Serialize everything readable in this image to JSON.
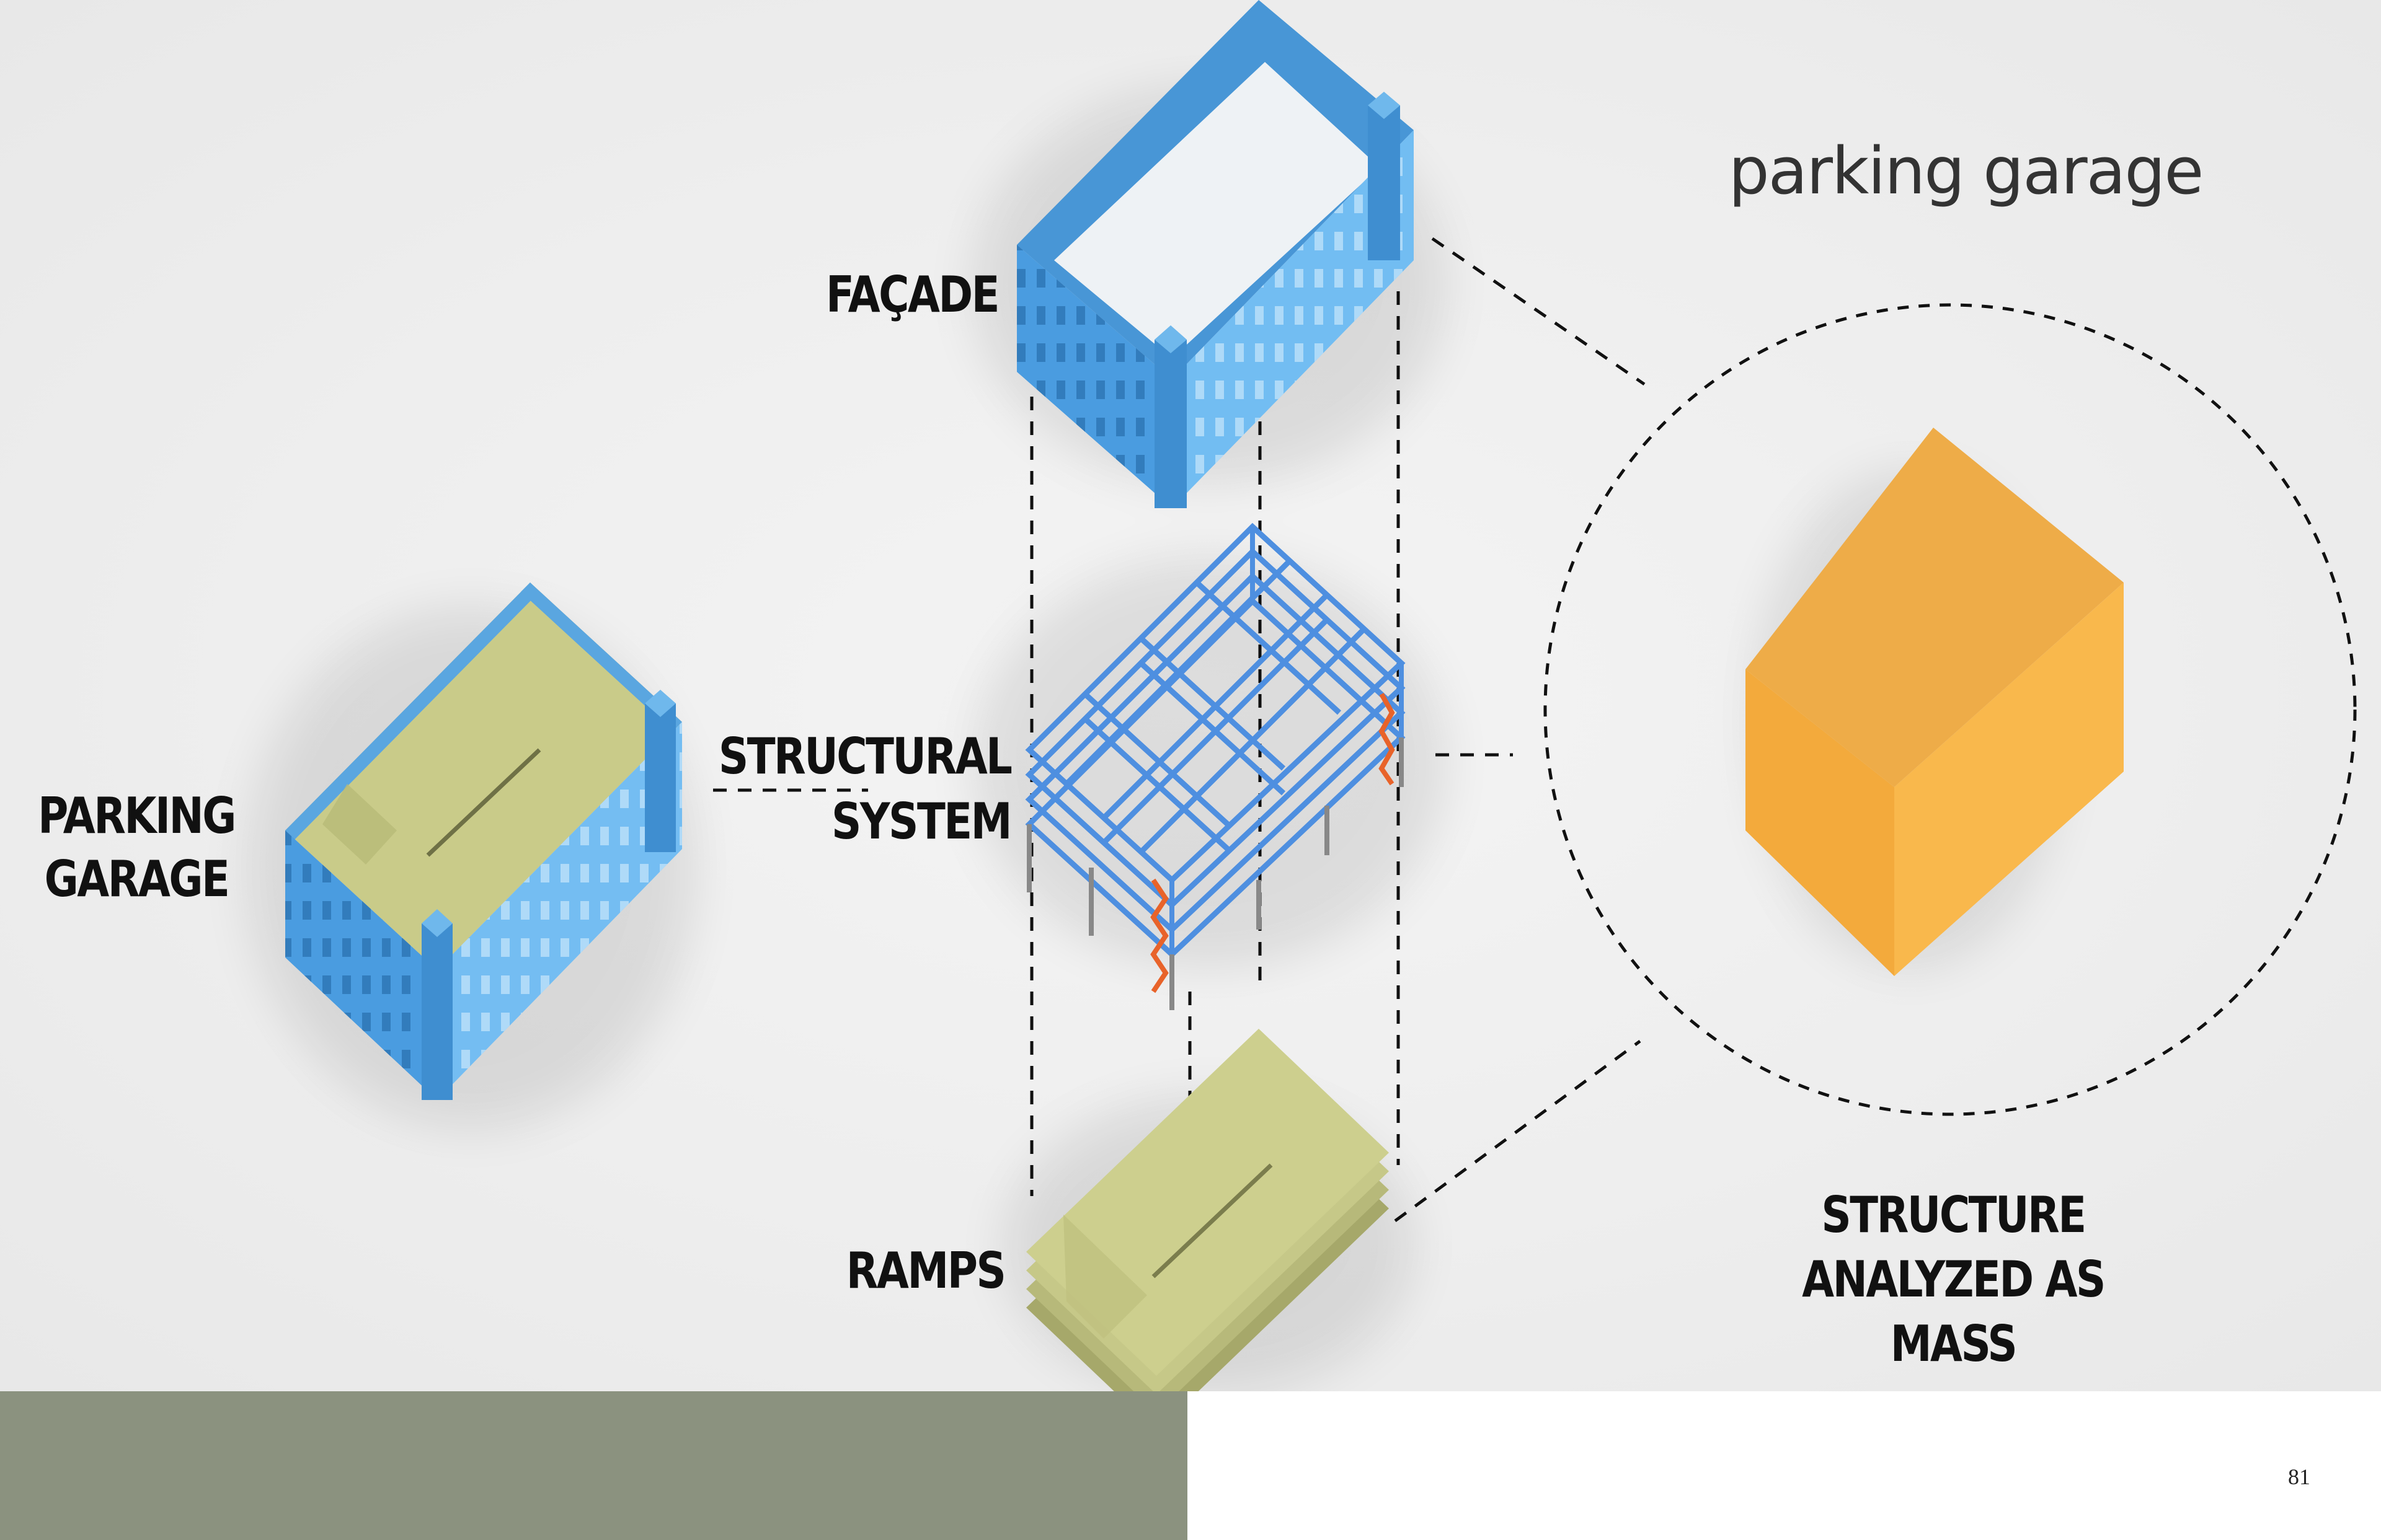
{
  "title": "parking garage",
  "labels": {
    "facade": "FAÇADE",
    "structural_line1": "STRUCTURAL",
    "structural_line2": "SYSTEM",
    "ramps": "RAMPS",
    "parking_line1": "PARKING",
    "parking_line2": "GARAGE",
    "mass_line1": "STRUCTURE",
    "mass_line2": "ANALYZED AS",
    "mass_line3": "MASS"
  },
  "page_number": "81",
  "colors": {
    "facade_blue": "#57a8e0",
    "ramp_green": "#c8ca88",
    "mass_orange": "#f5ad45",
    "stair_orange": "#e8632a",
    "olive_band": "#8b927f",
    "background": "#efefef"
  },
  "icons": [
    "facade-model",
    "structural-frame-model",
    "ramps-model",
    "parking-garage-model",
    "mass-box-model"
  ]
}
